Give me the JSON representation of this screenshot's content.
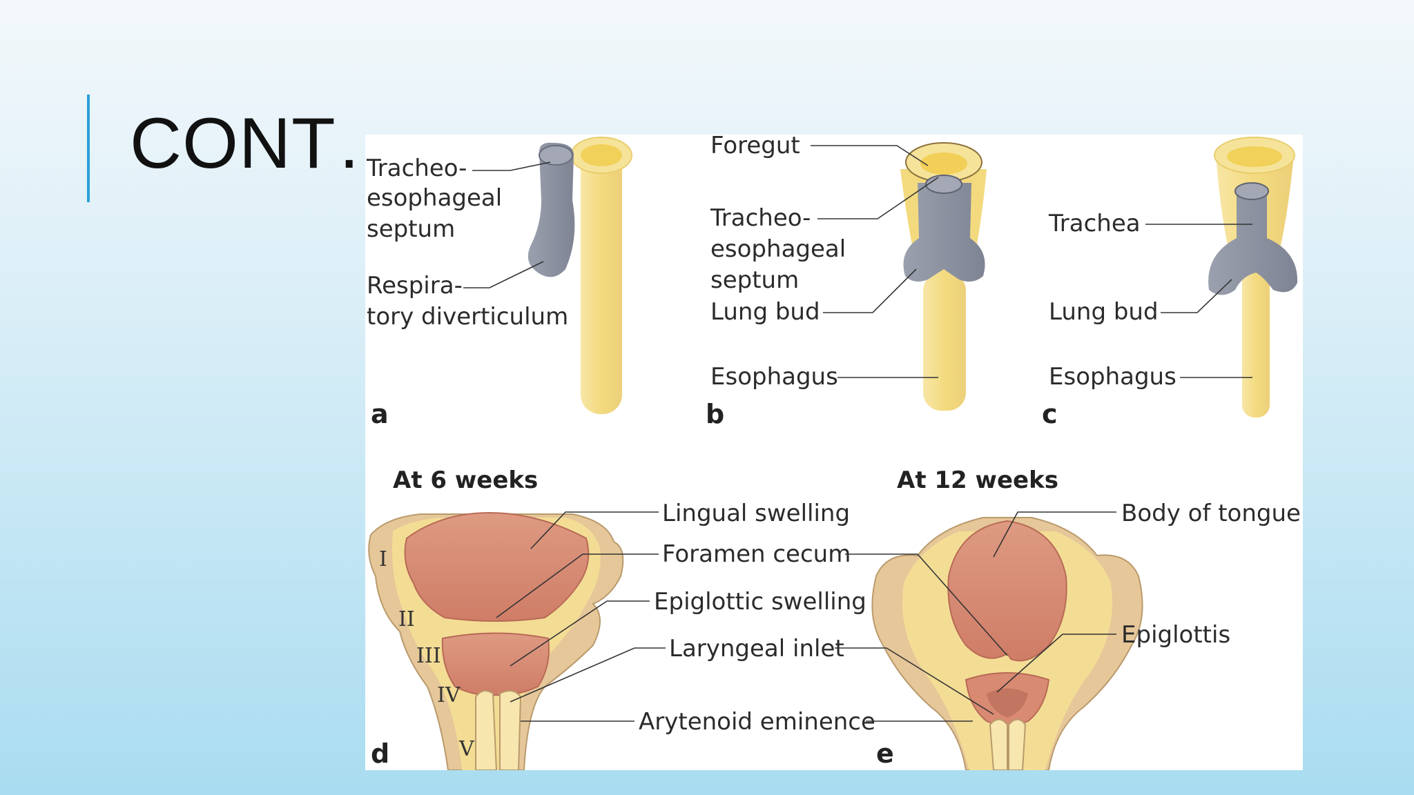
{
  "slide": {
    "title": "CONT…"
  },
  "figure": {
    "panel_a": {
      "letter": "a",
      "labels": {
        "septum_1": "Tracheo-",
        "septum_2": "esophageal",
        "septum_3": "septum",
        "diverticulum_1": "Respira-",
        "diverticulum_2": "tory diverticulum"
      }
    },
    "panel_b": {
      "letter": "b",
      "labels": {
        "foregut": "Foregut",
        "septum_1": "Tracheo-",
        "septum_2": "esophageal",
        "septum_3": "septum",
        "lung_bud": "Lung bud",
        "esophagus": "Esophagus"
      }
    },
    "panel_c": {
      "letter": "c",
      "labels": {
        "trachea": "Trachea",
        "lung_bud": "Lung bud",
        "esophagus": "Esophagus"
      }
    },
    "panel_d": {
      "letter": "d",
      "heading": "At 6 weeks",
      "labels": {
        "lingual_swelling": "Lingual swelling",
        "foramen_cecum": "Foramen cecum",
        "epiglottic_swelling": "Epiglottic swelling",
        "laryngeal_inlet": "Laryngeal inlet",
        "arytenoid_eminence": "Arytenoid eminence"
      },
      "arches": [
        "I",
        "II",
        "III",
        "IV",
        "V"
      ]
    },
    "panel_e": {
      "letter": "e",
      "heading": "At 12 weeks",
      "labels": {
        "body_of_tongue": "Body of tongue",
        "epiglottis": "Epiglottis"
      }
    },
    "colors": {
      "gray_structure": "#8a8f9c",
      "yellow_tube": "#f1dc8a",
      "tongue_red": "#d98a73",
      "tan_tissue": "#e4c69a"
    }
  }
}
